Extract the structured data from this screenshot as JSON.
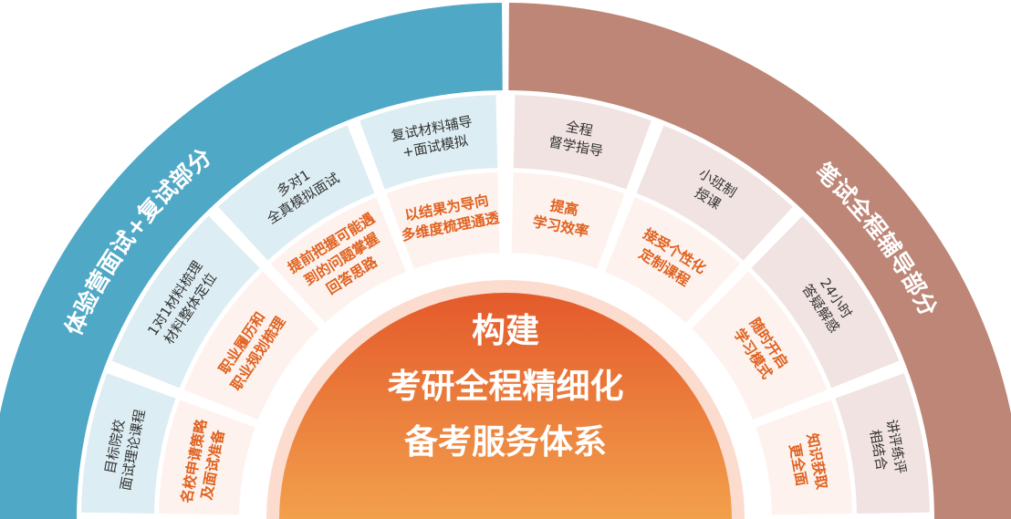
{
  "colors": {
    "left_band": "#4fa8c6",
    "right_band": "#bd8676",
    "left_cell": "#dcedf3",
    "right_cell": "#f1e3e1",
    "mid_cell": "#fdf2ee",
    "accent_text": "#e0621f",
    "core_top": "#e45a2b",
    "core_bottom": "#f2a04c"
  },
  "left_band": {
    "title": "体验营面试+复试部分"
  },
  "right_band": {
    "title": "笔试全程辅导部分"
  },
  "left_items": [
    {
      "name": "remote-interview-cell",
      "lines": [
        "目标院校",
        "面试理论课程"
      ],
      "mid": [
        "名校申请策略",
        "及面试准备"
      ]
    },
    {
      "name": "materials-cell",
      "lines": [
        "1对1材料梳理",
        "材料整体定位"
      ],
      "mid": [
        "职业履历和",
        "职业规划梳理"
      ]
    },
    {
      "name": "mock-interview-cell",
      "lines": [
        "多对1",
        "全真模拟面试"
      ],
      "mid": [
        "提前把握可能遇",
        "到的问题掌握",
        "回答思路"
      ]
    },
    {
      "name": "retest-cell",
      "lines": [
        "复试材料辅导",
        "+面试模拟"
      ],
      "mid": [
        "以结果为导向",
        "多维度梳理通透"
      ]
    }
  ],
  "right_items": [
    {
      "name": "supervision-cell",
      "lines": [
        "全程",
        "督学指导"
      ],
      "mid": [
        "提高",
        "学习效率"
      ]
    },
    {
      "name": "small-class-cell",
      "lines": [
        "小班制",
        "授课"
      ],
      "mid": [
        "接受个性化",
        "定制课程"
      ]
    },
    {
      "name": "qa-cell",
      "lines": [
        "24小时",
        "答疑解惑"
      ],
      "mid": [
        "随时开启",
        "学习模式"
      ]
    },
    {
      "name": "lecture-cell",
      "lines": [
        "讲评练评",
        "相结合"
      ],
      "mid": [
        "知识获取",
        "更全面"
      ]
    }
  ],
  "core": {
    "lines": [
      "构建",
      "考研全程精细化",
      "备考服务体系"
    ]
  }
}
